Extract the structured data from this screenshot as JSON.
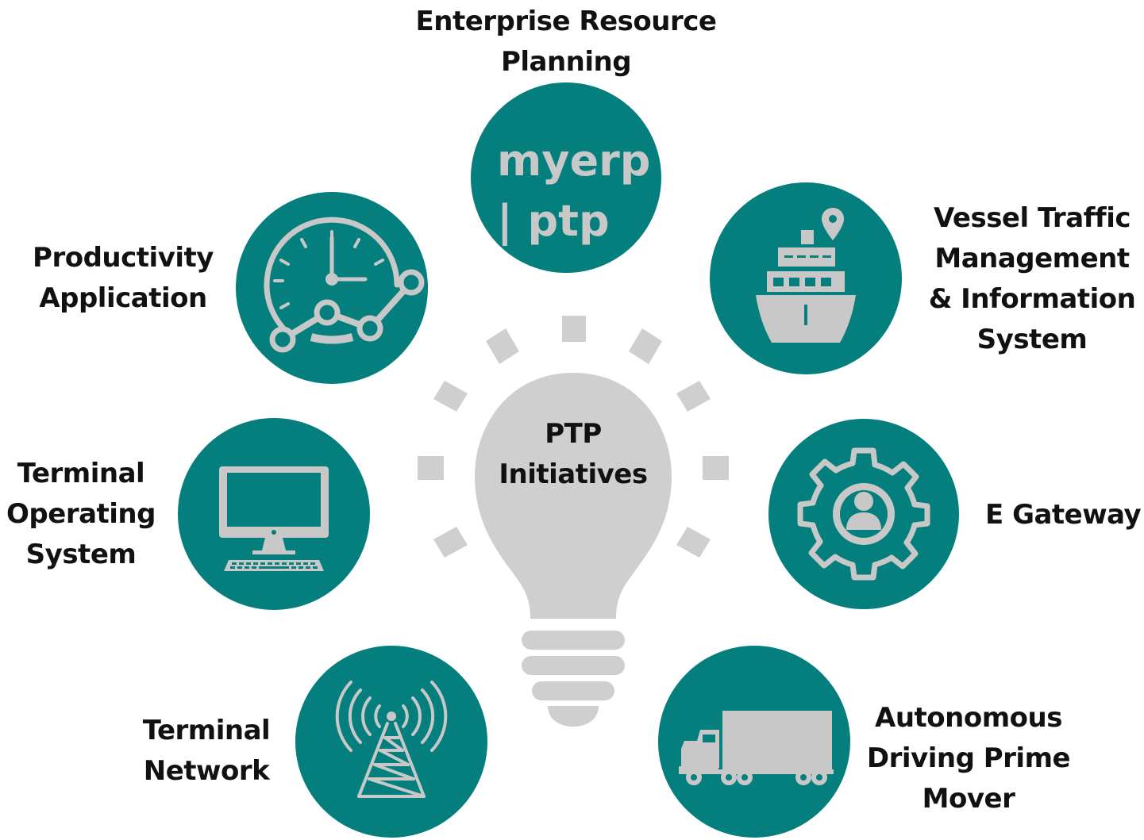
{
  "center": {
    "line1": "PTP",
    "line2": "Initiatives"
  },
  "initiatives": [
    {
      "id": "erp",
      "line1": "Enterprise Resource",
      "line2": "Planning",
      "logo_line1": "myerp",
      "logo_line2": "| ptp",
      "icon": "erp-logo-icon"
    },
    {
      "id": "vessel",
      "line1": "Vessel Traffic",
      "line2": "Management",
      "line3": "& Information",
      "line4": "System",
      "icon": "ship-location-icon"
    },
    {
      "id": "egateway",
      "line1": "E Gateway",
      "icon": "gear-user-icon"
    },
    {
      "id": "autonomous",
      "line1": "Autonomous",
      "line2": "Driving Prime",
      "line3": "Mover",
      "icon": "truck-icon"
    },
    {
      "id": "network",
      "line1": "Terminal",
      "line2": "Network",
      "icon": "radio-tower-icon"
    },
    {
      "id": "tos",
      "line1": "Terminal",
      "line2": "Operating",
      "line3": "System",
      "icon": "desktop-computer-icon"
    },
    {
      "id": "productivity",
      "line1": "Productivity",
      "line2": "Application",
      "icon": "clock-chart-icon"
    }
  ],
  "colors": {
    "teal": "#047f7e",
    "icon_grey": "#c8c8c8",
    "bulb_grey": "#cfcfcf"
  }
}
